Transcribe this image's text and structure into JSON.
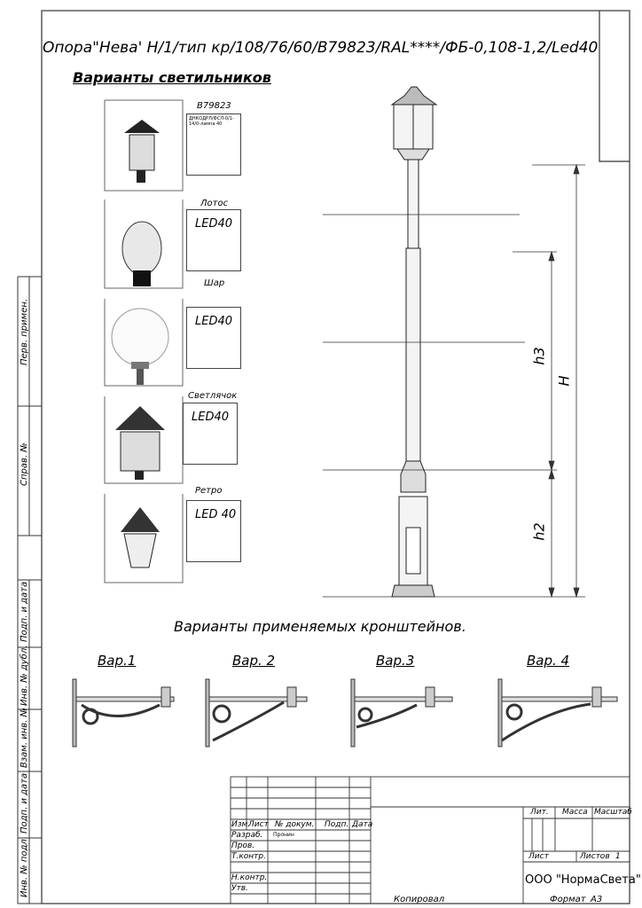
{
  "title": "Опора\"Нева' Н/1/тип кр/108/76/60/В79823/RAL****/ФБ-0,108-1,2/Led40",
  "variants_title": "Варианты светильников",
  "lamps": [
    {
      "name": "В79823",
      "value": "",
      "note": "ДНКОДРЛ/ФСЛ-0/1-14/0-лампа 40"
    },
    {
      "name": "Лотос",
      "value": "LED40"
    },
    {
      "name": "Шар",
      "value": "LED40"
    },
    {
      "name": "Светлячок",
      "value": "LED40"
    },
    {
      "name": "Ретро",
      "value": "LED 40"
    }
  ],
  "dimensions": {
    "h3": "h3",
    "H": "H",
    "h2": "h2"
  },
  "brackets_title": "Варианты применяемых кронштейнов.",
  "brackets": [
    {
      "label": "Вар.1"
    },
    {
      "label": "Вар. 2"
    },
    {
      "label": "Вар.3"
    },
    {
      "label": "Вар. 4"
    }
  ],
  "side_labels": [
    "Перв. примен.",
    "Справ. №",
    "Подп. и дата",
    "Инв. № дубл.",
    "Взам. инв. №",
    "Подп. и дата",
    "Инв. № подл."
  ],
  "stamp": {
    "izm": "Изм.",
    "list": "Лист",
    "ndokum": "№ докум.",
    "podp": "Подп.",
    "data": "Дата",
    "razrab": "Разраб.",
    "razrab_name": "Пронин",
    "prov": "Пров.",
    "tkontr": "Т.контр.",
    "nkontr": "Н.контр.",
    "utv": "Утв.",
    "lit": "Лит.",
    "massa": "Масса",
    "masshtab": "Масштаб",
    "list2": "Лист",
    "listov": "Листов",
    "listov_val": "1",
    "company": "ООО \"НормаСвета\""
  },
  "footer": {
    "kopiroval": "Копировал",
    "format": "Формат",
    "format_val": "А3"
  }
}
